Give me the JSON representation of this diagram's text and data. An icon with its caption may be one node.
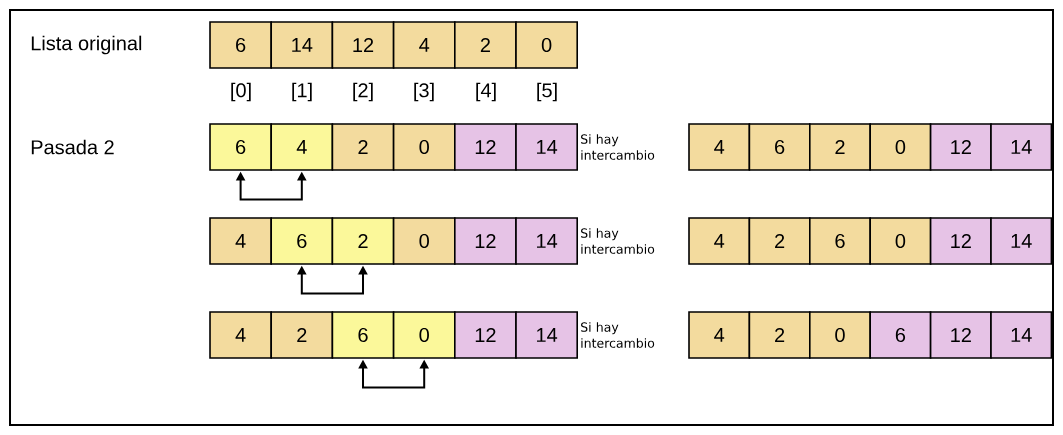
{
  "diagram": {
    "nodes": [
      {
        "text": [
          "6"
        ]
      },
      {
        "text": [
          "14"
        ]
      },
      {
        "text": [
          "12"
        ]
      },
      {
        "text": [
          "4"
        ]
      },
      {
        "text": [
          "2"
        ]
      },
      {
        "text": [
          "0"
        ]
      },
      {
        "text": [
          "6"
        ]
      },
      {
        "text": [
          "4"
        ]
      },
      {
        "text": [
          "2"
        ]
      },
      {
        "text": [
          "0"
        ]
      },
      {
        "text": [
          "12"
        ]
      },
      {
        "text": [
          "14"
        ]
      },
      {
        "text": [
          "4"
        ]
      },
      {
        "text": [
          "6"
        ]
      },
      {
        "text": [
          "2"
        ]
      },
      {
        "text": [
          "0"
        ]
      },
      {
        "text": [
          "12"
        ]
      },
      {
        "text": [
          "14"
        ]
      },
      {
        "text": [
          "4"
        ]
      },
      {
        "text": [
          "6"
        ]
      },
      {
        "text": [
          "2"
        ]
      },
      {
        "text": [
          "0"
        ]
      },
      {
        "text": [
          "12"
        ]
      },
      {
        "text": [
          "14"
        ]
      },
      {
        "text": [
          "4"
        ]
      },
      {
        "text": [
          "2"
        ]
      },
      {
        "text": [
          "6"
        ]
      },
      {
        "text": [
          "0"
        ]
      },
      {
        "text": [
          "12"
        ]
      },
      {
        "text": [
          "14"
        ]
      },
      {
        "text": [
          "4"
        ]
      },
      {
        "text": [
          "2"
        ]
      },
      {
        "text": [
          "6"
        ]
      },
      {
        "text": [
          "0"
        ]
      },
      {
        "text": [
          "12"
        ]
      },
      {
        "text": [
          "14"
        ]
      },
      {
        "text": [
          "4"
        ]
      },
      {
        "text": [
          "2"
        ]
      },
      {
        "text": [
          "0"
        ]
      },
      {
        "text": [
          "6"
        ]
      },
      {
        "text": [
          "12"
        ]
      },
      {
        "text": [
          "14"
        ]
      }
    ],
    "edges": [
      {
        "from": 6,
        "to": 7,
        "arrow": "both"
      },
      {
        "from": 19,
        "to": 20,
        "arrow": "both"
      },
      {
        "from": 32,
        "to": 33,
        "arrow": "both"
      }
    ],
    "labels": [
      "Lista original",
      "[0]",
      "[1]",
      "[2]",
      "[3]",
      "[4]",
      "[5]",
      "Pasada 2",
      "Si hay intercambio",
      "Si hay intercambio",
      "Si hay intercambio"
    ]
  }
}
